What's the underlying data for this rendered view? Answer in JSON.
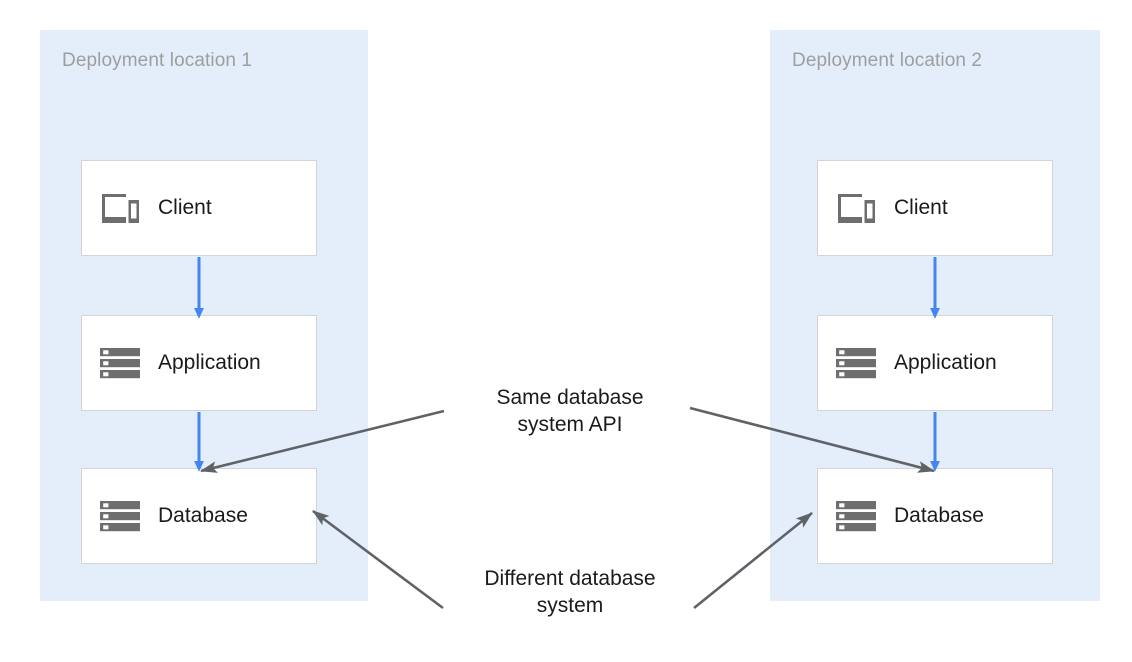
{
  "diagram": {
    "title_colors": {
      "zone_fill": "#e4eefa",
      "zone_label": "#9e9e9e",
      "flow_arrow": "#4285f4",
      "annotation_arrow": "#5f6368",
      "node_border": "#d4d4d4",
      "node_fill": "#ffffff",
      "text": "#1a1a1a"
    },
    "zones": [
      {
        "id": "zone-1",
        "label": "Deployment location 1",
        "nodes": [
          {
            "id": "client-1",
            "label": "Client",
            "icon": "devices-icon"
          },
          {
            "id": "application-1",
            "label": "Application",
            "icon": "storage-icon"
          },
          {
            "id": "database-1",
            "label": "Database",
            "icon": "storage-icon"
          }
        ]
      },
      {
        "id": "zone-2",
        "label": "Deployment location 2",
        "nodes": [
          {
            "id": "client-2",
            "label": "Client",
            "icon": "devices-icon"
          },
          {
            "id": "application-2",
            "label": "Application",
            "icon": "storage-icon"
          },
          {
            "id": "database-2",
            "label": "Database",
            "icon": "storage-icon"
          }
        ]
      }
    ],
    "annotations": [
      {
        "id": "annotation-same-api",
        "text": "Same database\nsystem API",
        "points_to": [
          "database-1",
          "database-2"
        ]
      },
      {
        "id": "annotation-different-system",
        "text": "Different database\nsystem",
        "points_to": [
          "database-1",
          "database-2"
        ]
      }
    ],
    "flows": [
      {
        "from": "client-1",
        "to": "application-1"
      },
      {
        "from": "application-1",
        "to": "database-1"
      },
      {
        "from": "client-2",
        "to": "application-2"
      },
      {
        "from": "application-2",
        "to": "database-2"
      }
    ]
  }
}
